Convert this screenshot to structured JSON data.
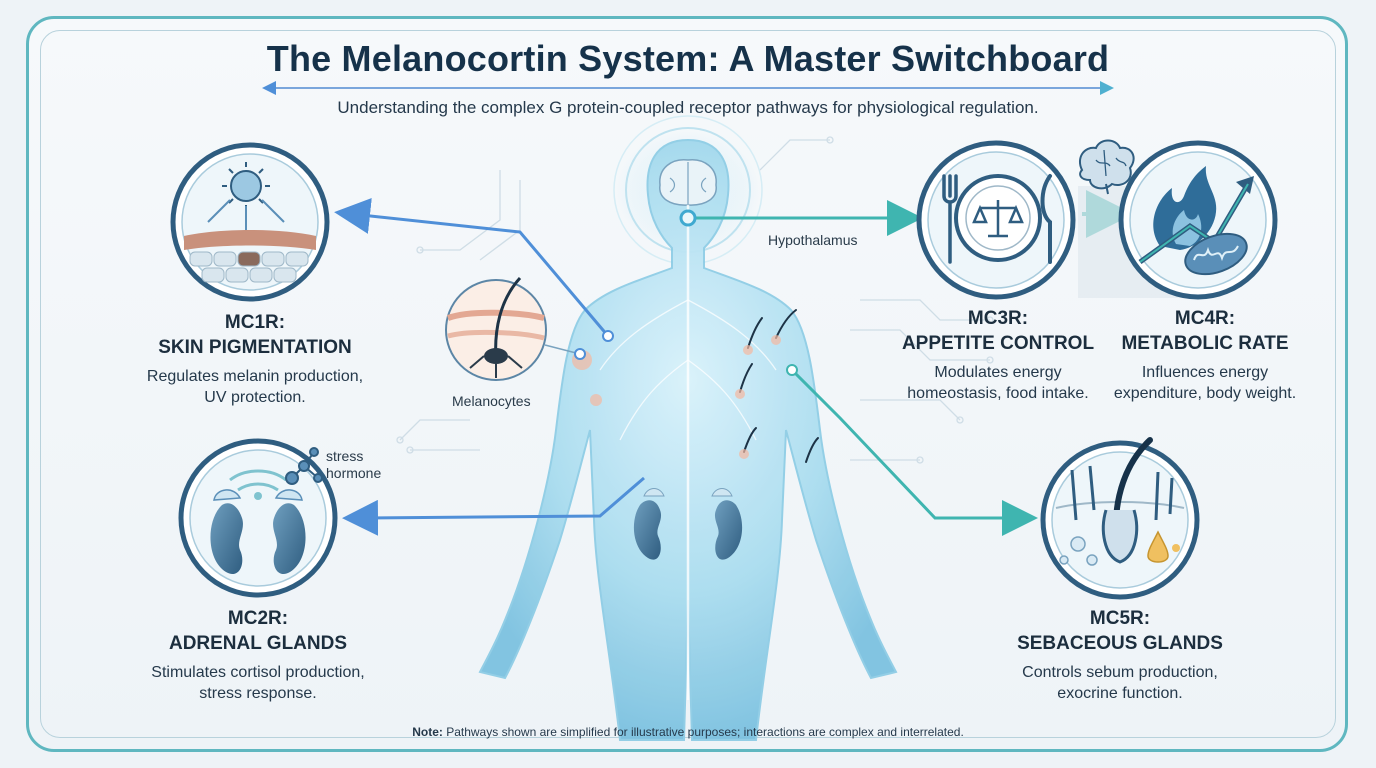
{
  "title": "The Melanocortin System: A Master Switchboard",
  "subtitle": "Understanding the complex G protein-coupled receptor pathways for physiological regulation.",
  "receptors": [
    {
      "code": "MC1R:",
      "name": "SKIN PIGMENTATION",
      "desc1": "Regulates melanin production,",
      "desc2": "UV protection."
    },
    {
      "code": "MC2R:",
      "name": "ADRENAL GLANDS",
      "desc1": "Stimulates cortisol production,",
      "desc2": "stress response."
    },
    {
      "code": "MC3R:",
      "name": "APPETITE CONTROL",
      "desc1": "Modulates energy",
      "desc2": "homeostasis, food intake."
    },
    {
      "code": "MC4R:",
      "name": "METABOLIC RATE",
      "desc1": "Influences energy",
      "desc2": "expenditure, body weight."
    },
    {
      "code": "MC5R:",
      "name": "SEBACEOUS GLANDS",
      "desc1": "Controls sebum production,",
      "desc2": "exocrine function."
    }
  ],
  "labels": {
    "hypothalamus": "Hypothalamus",
    "melanocytes": "Melanocytes",
    "stress_line1": "stress",
    "stress_line2": "hormone"
  },
  "note": {
    "prefix": "Note:",
    "text": " Pathways shown are simplified for illustrative purposes; interactions are complex and interrelated."
  },
  "icons": [
    "sun-icon",
    "kidney-icon",
    "molecule-icon",
    "plate-fork-knife-icon",
    "scale-icon",
    "brain-icon",
    "flame-icon",
    "mitochondria-icon",
    "hair-follicle-icon",
    "oil-drop-icon",
    "body-figure-icon"
  ],
  "colors": {
    "accent": "#5fb7c0",
    "arrow_blue": "#4f8fd8",
    "arrow_teal": "#3fb5b0",
    "dark": "#16324a"
  }
}
